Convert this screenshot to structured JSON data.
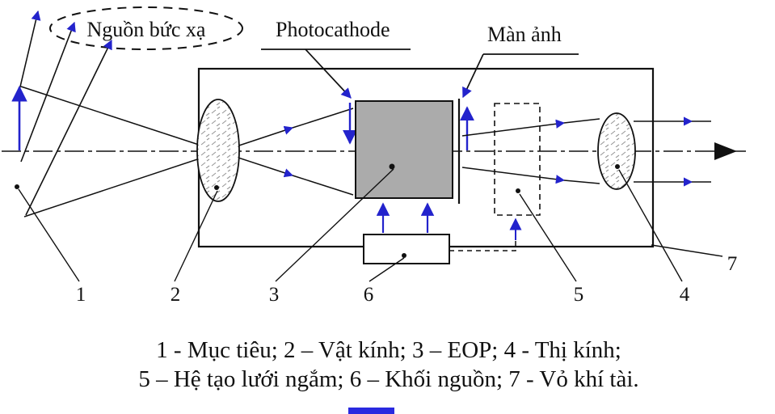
{
  "diagram": {
    "title_labels": {
      "radiation_source": "Nguồn bức xạ",
      "photocathode": "Photocathode",
      "screen": "Màn ảnh"
    },
    "part_numbers": {
      "n1": "1",
      "n2": "2",
      "n3": "3",
      "n4": "4",
      "n5": "5",
      "n6": "6",
      "n7": "7"
    },
    "legend": [
      {
        "number": "1",
        "name": "Mục tiêu"
      },
      {
        "number": "2",
        "name": "Vật kính"
      },
      {
        "number": "3",
        "name": "EOP"
      },
      {
        "number": "4",
        "name": "Thị kính"
      },
      {
        "number": "5",
        "name": "Hệ tạo lưới ngắm"
      },
      {
        "number": "6",
        "name": "Khối nguồn"
      },
      {
        "number": "7",
        "name": "Vỏ khí tài"
      }
    ],
    "caption": {
      "line1": "1 -  Mục tiêu; 2 – Vật kính; 3 – EOP; 4 - Thị kính;",
      "line2": "5 – Hệ tạo lưới ngắm; 6 – Khối nguồn; 7 - Vỏ khí tài."
    },
    "colors": {
      "ray_arrow_blue": "#2323cc",
      "eop_fill_gray": "#ababab",
      "ink_black": "#111111",
      "background": "#ffffff"
    }
  }
}
